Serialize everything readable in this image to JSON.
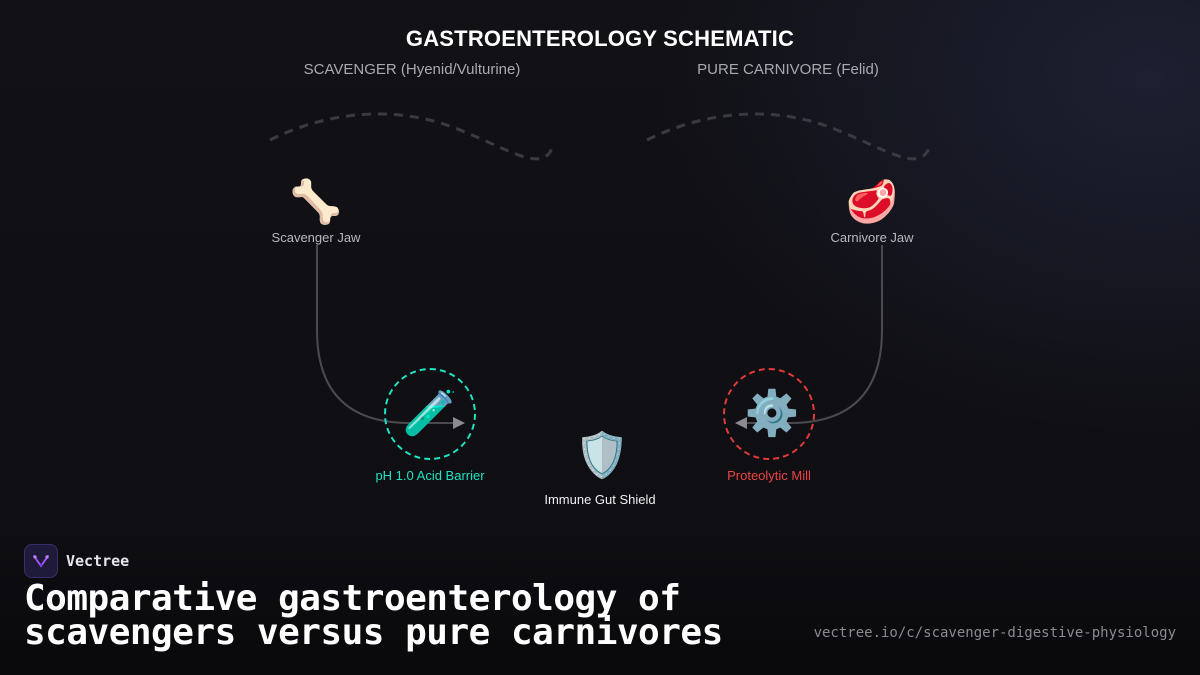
{
  "diagram": {
    "title": "GASTROENTEROLOGY SCHEMATIC",
    "columns": {
      "left": "SCAVENGER (Hyenid/Vulturine)",
      "right": "PURE CARNIVORE (Felid)"
    },
    "nodes": {
      "scavenger_jaw": {
        "icon": "bone-icon",
        "glyph": "🦴",
        "label": "Scavenger Jaw"
      },
      "carnivore_jaw": {
        "icon": "meat-icon",
        "glyph": "🥩",
        "label": "Carnivore Jaw"
      },
      "acid_barrier": {
        "icon": "test-tube-icon",
        "glyph": "🧪",
        "label": "pH 1.0 Acid Barrier",
        "color": "#1ee3c2"
      },
      "proteolytic_mill": {
        "icon": "gear-icon",
        "glyph": "⚙️",
        "label": "Proteolytic Mill",
        "color": "#e23a3a"
      },
      "immune_shield": {
        "icon": "shield-icon",
        "glyph": "🛡️",
        "label": "Immune Gut Shield"
      }
    }
  },
  "footer": {
    "brand": "Vectree",
    "headline_line1": "Comparative gastroenterology of",
    "headline_line2": "scavengers versus pure carnivores",
    "url": "vectree.io/c/scavenger-digestive-physiology"
  },
  "colors": {
    "background": "#0f0f13",
    "accent_acid": "#1ee3c2",
    "accent_mill": "#e23a3a",
    "wire": "#4a4a50"
  }
}
